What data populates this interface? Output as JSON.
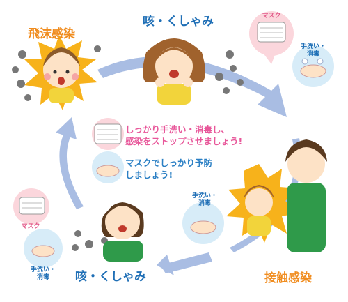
{
  "labels": {
    "droplet": "飛沫感染",
    "cough_top": "咳・くしゃみ",
    "cough_bottom": "咳・くしゃみ",
    "contact": "接触感染",
    "mask_top": "マスク",
    "mask_left": "マスク",
    "handwash_top": "手洗い・\n消毒",
    "handwash_mid": "手洗い・\n消毒",
    "handwash_left": "手洗い・\n消毒"
  },
  "messages": {
    "line1": "しっかり手洗い・消毒し、",
    "line2": "感染をストップさせましょう!",
    "line3": "マスクでしっかり予防",
    "line4": "しましょう!"
  },
  "colors": {
    "orange": "#f08c1e",
    "blue": "#1f6fb6",
    "pink": "#e25a8a",
    "arrow": "#9fb3dd",
    "burst": "#f7b21b"
  }
}
